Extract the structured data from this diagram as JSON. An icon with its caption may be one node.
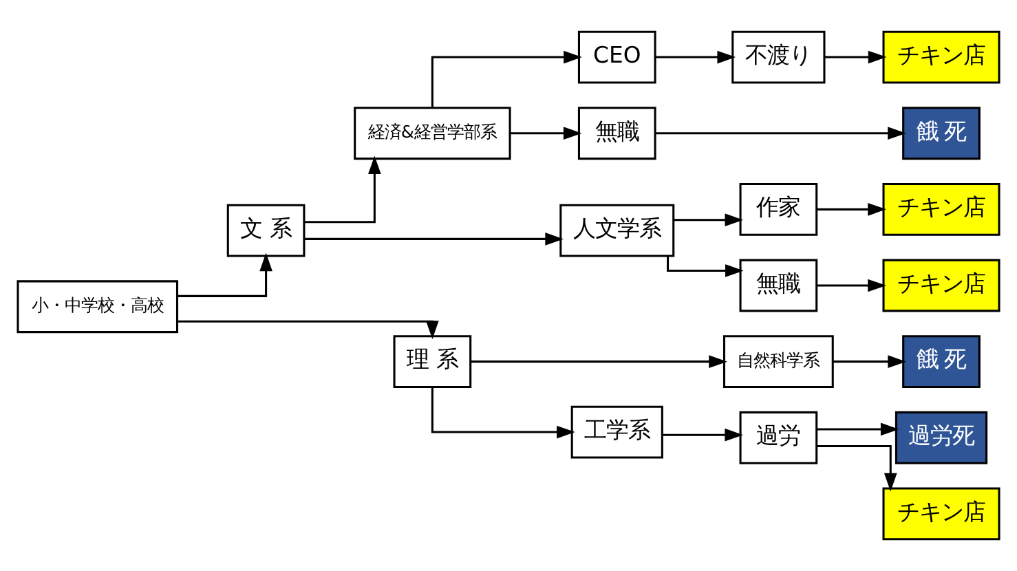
{
  "diagram": {
    "nodes": [
      {
        "text": [
          "小・中学校・高校"
        ]
      },
      {
        "text": [
          "文 系"
        ]
      },
      {
        "text": [
          "理 系"
        ]
      },
      {
        "text": [
          "経済&経営学部系"
        ]
      },
      {
        "text": [
          "人文学系"
        ]
      },
      {
        "text": [
          "自然科学系"
        ]
      },
      {
        "text": [
          "工学系"
        ]
      },
      {
        "text": [
          "CEO"
        ]
      },
      {
        "text": [
          "無職"
        ]
      },
      {
        "text": [
          "作家"
        ]
      },
      {
        "text": [
          "無職"
        ]
      },
      {
        "text": [
          "過労"
        ]
      },
      {
        "text": [
          "不渡り"
        ]
      },
      {
        "text": [
          "チキン店"
        ]
      },
      {
        "text": [
          "餓 死"
        ]
      },
      {
        "text": [
          "チキン店"
        ]
      },
      {
        "text": [
          "チキン店"
        ]
      },
      {
        "text": [
          "餓 死"
        ]
      },
      {
        "text": [
          "過労死"
        ]
      },
      {
        "text": [
          "チキン店"
        ]
      }
    ],
    "edges": [
      {
        "from": 0,
        "to": 1,
        "arrow": "to"
      },
      {
        "from": 0,
        "to": 2,
        "arrow": "to"
      },
      {
        "from": 1,
        "to": 3,
        "arrow": "to"
      },
      {
        "from": 1,
        "to": 4,
        "arrow": "to"
      },
      {
        "from": 2,
        "to": 5,
        "arrow": "to"
      },
      {
        "from": 2,
        "to": 6,
        "arrow": "to"
      },
      {
        "from": 3,
        "to": 7,
        "arrow": "to"
      },
      {
        "from": 3,
        "to": 8,
        "arrow": "to"
      },
      {
        "from": 4,
        "to": 9,
        "arrow": "to"
      },
      {
        "from": 4,
        "to": 10,
        "arrow": "to"
      },
      {
        "from": 6,
        "to": 11,
        "arrow": "to"
      },
      {
        "from": 7,
        "to": 12,
        "arrow": "to"
      },
      {
        "from": 12,
        "to": 13,
        "arrow": "to"
      },
      {
        "from": 8,
        "to": 14,
        "arrow": "to"
      },
      {
        "from": 9,
        "to": 15,
        "arrow": "to"
      },
      {
        "from": 10,
        "to": 16,
        "arrow": "to"
      },
      {
        "from": 5,
        "to": 17,
        "arrow": "to"
      },
      {
        "from": 11,
        "to": 18,
        "arrow": "to"
      },
      {
        "from": 11,
        "to": 19,
        "arrow": "to"
      }
    ]
  }
}
